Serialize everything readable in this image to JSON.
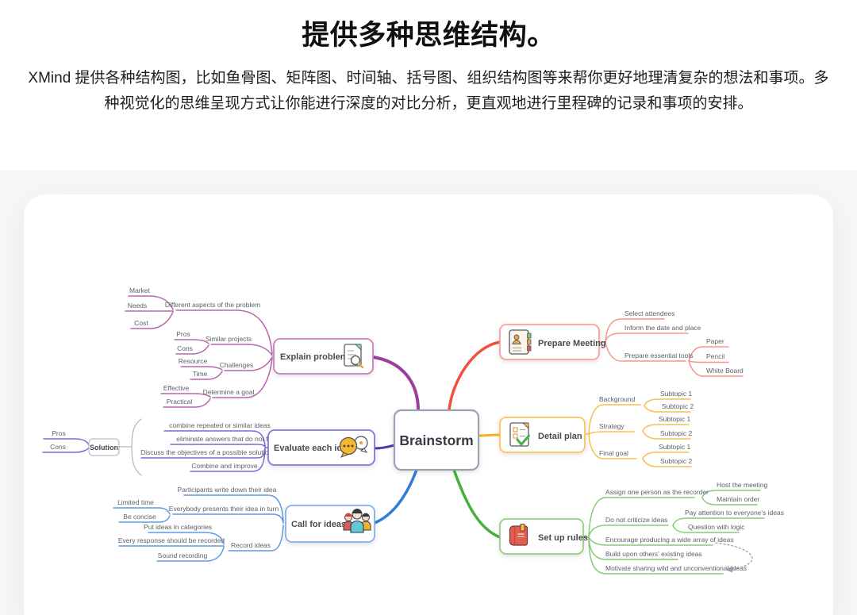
{
  "header": {
    "title": "提供多种思维结构。",
    "description": "XMind 提供各种结构图，比如鱼骨图、矩阵图、时间轴、括号图、组织结构图等来帮你更好地理清复杂的想法和事项。多种视觉化的思维呈现方式让你能进行深度的对比分析，更直观地进行里程碑的记录和事项的安排。"
  },
  "colors": {
    "purple_branch": "#9c3e9e",
    "purple_line": "#b867ad",
    "purple_box": "#cb7fbe",
    "indigo_branch": "#4b3ab1",
    "indigo_line": "#766bd2",
    "indigo_box": "#8379da",
    "blue_branch": "#2e7cdd",
    "blue_line": "#609ae4",
    "blue_box": "#83b1ec",
    "red_branch": "#f2503c",
    "red_line": "#f6968a",
    "red_box": "#f8a197",
    "yellow_branch": "#f9b11c",
    "yellow_line": "#f9be4e",
    "yellow_box": "#fac55f",
    "green_branch": "#43b13c",
    "green_line": "#85cb77",
    "green_box": "#90d083",
    "gray_box": "#9aa3b4"
  },
  "map": {
    "center": "Brainstorm",
    "explain": {
      "label": "Explain problem",
      "icon": "document-search-icon",
      "children": [
        {
          "label": "Different aspects of the problem",
          "children": [
            "Market",
            "Needs",
            "Cost"
          ]
        },
        {
          "label": "Similar projects",
          "children": [
            "Pros",
            "Cons"
          ]
        },
        {
          "label": "Challenges",
          "children": [
            "Resource",
            "Time"
          ]
        },
        {
          "label": "Determine a goal",
          "children": [
            "Effective",
            "Practical"
          ]
        }
      ]
    },
    "evaluate": {
      "label": "Evaluate each idea",
      "icon": "chat-bubbles-icon",
      "items": [
        "combine repeated or similar ideas",
        "eliminate answers that do not fit",
        "Discuss the objectives of a possible solution",
        "Combine and improve"
      ],
      "summary": {
        "label": "Solution",
        "children": [
          "Pros",
          "Cons"
        ]
      }
    },
    "call": {
      "label": "Call for ideas",
      "icon": "people-icon",
      "children": [
        {
          "label": "Participants write down their idea"
        },
        {
          "label": "Everybody presents their idea in turn",
          "children": [
            "Limited time",
            "Be concise"
          ]
        },
        {
          "label": "Record ideas",
          "children": [
            "Put ideas in categories",
            "Every response should be recorded",
            "Sound recording"
          ]
        }
      ]
    },
    "prepare": {
      "label": "Prepare Meeting",
      "icon": "address-book-icon",
      "children": [
        {
          "label": "Select attendees"
        },
        {
          "label": "Inform the date and place"
        },
        {
          "label": "Prepare essential tools",
          "children": [
            "Paper",
            "Pencil",
            "White Board"
          ]
        }
      ]
    },
    "detail": {
      "label": "Detail plan",
      "icon": "checklist-icon",
      "children": [
        {
          "label": "Background",
          "children": [
            "Subtopic 1",
            "Subtopic 2"
          ]
        },
        {
          "label": "Strategy",
          "children": [
            "Subtopic 1",
            "Subtopic 2"
          ]
        },
        {
          "label": "Final goal",
          "children": [
            "Subtopic 1",
            "Subtopic 2"
          ]
        }
      ]
    },
    "rules": {
      "label": "Set up rules",
      "icon": "book-icon",
      "children": [
        {
          "label": "Assign one person as the recorder",
          "children": [
            "Host the meeting",
            "Maintain order"
          ]
        },
        {
          "label": "Do not criticize ideas",
          "children": [
            "Pay attention to everyone's ideas",
            "Question with logic"
          ]
        },
        {
          "label": "Encourage producing a wide array of ideas"
        },
        {
          "label": "Build upon others' existing ideas"
        },
        {
          "label": "Motivate sharing wild and unconventional ideas"
        }
      ],
      "relationship": {
        "from": "Encourage producing a wide array of ideas",
        "to": "Motivate sharing wild and unconventional ideas",
        "style": "dotted-arrow"
      }
    }
  }
}
